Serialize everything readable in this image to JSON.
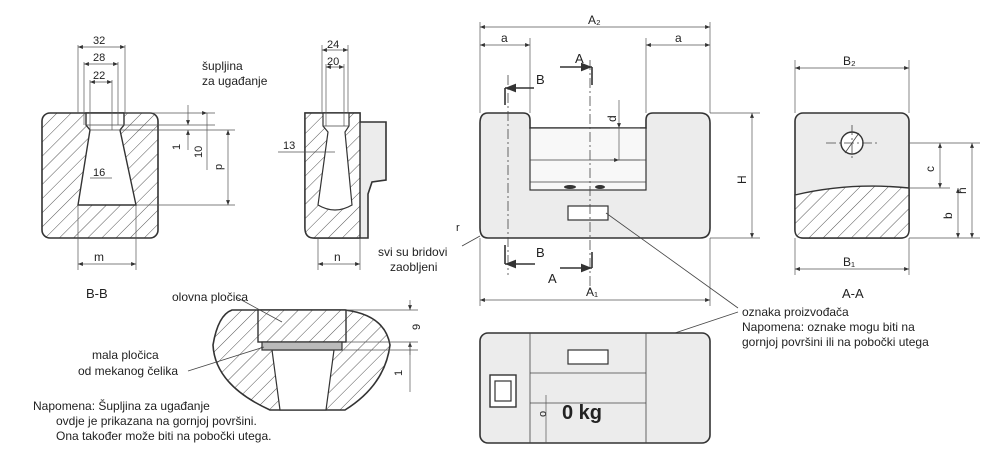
{
  "section_bb": {
    "dim_32": "32",
    "dim_28": "28",
    "dim_22": "22",
    "dim_1": "1",
    "dim_10": "10",
    "dim_p": "p",
    "dim_16": "16",
    "dim_m": "m",
    "cavity_label_line1": "šupljina",
    "cavity_label_line2": "za ugađanje",
    "label": "B-B"
  },
  "side_view": {
    "dim_24": "24",
    "dim_20": "20",
    "dim_13": "13",
    "dim_n": "n"
  },
  "detail": {
    "lead_plate": "olovna pločica",
    "steel_plate_line1": "mala pločica",
    "steel_plate_line2": "od mekanog čelika",
    "dim_9": "9",
    "dim_1": "1"
  },
  "front_view": {
    "dim_A2": "A₂",
    "dim_a_left": "a",
    "dim_a_right": "a",
    "section_A": "A",
    "section_B": "B",
    "dim_d": "d",
    "dim_H": "H",
    "dim_A1": "A₁",
    "dim_r": "r",
    "edges_note_line1": "svi su bridovi",
    "edges_note_line2": "zaobljeni"
  },
  "section_aa": {
    "dim_B2": "B₂",
    "dim_B1": "B₁",
    "dim_c": "c",
    "dim_b": "b",
    "dim_h": "h",
    "label": "A-A"
  },
  "top_view": {
    "dim_o": "o",
    "mass_label": "0 kg"
  },
  "manufacturer_note": {
    "line1": "oznaka proizvođača",
    "line2": "Napomena: oznake mogu biti na",
    "line3": "gornjoj površini ili na pobočki utega"
  },
  "bottom_note": {
    "line1": "Napomena: Šupljina za ugađanje",
    "line2": "ovdje je prikazana na gornjoj površini.",
    "line3": "Ona također može biti na pobočki utega."
  }
}
